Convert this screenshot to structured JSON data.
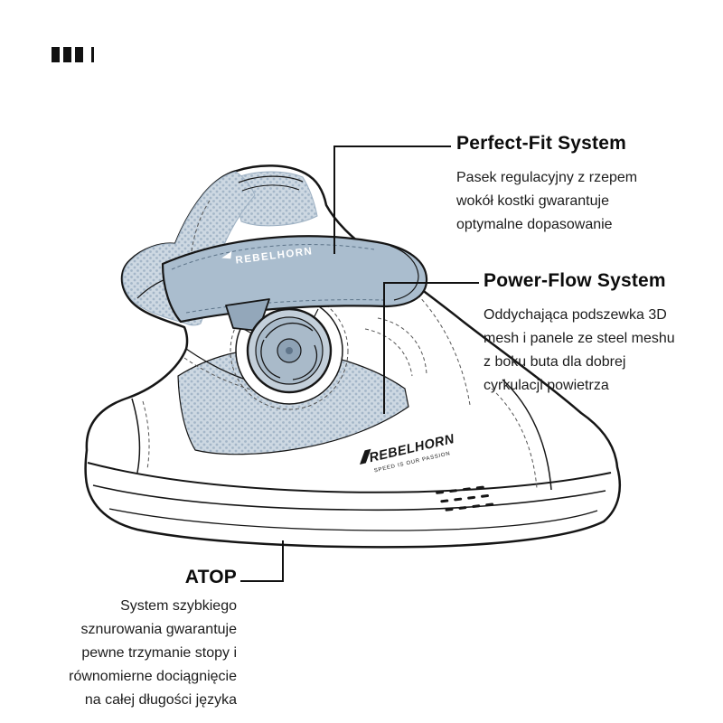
{
  "icons": {
    "brand_mark": "quad-bars-mark"
  },
  "colors": {
    "background": "#ffffff",
    "line": "#161616",
    "panel_blue": "#cdd8e2",
    "panel_dot": "#a4b6c8",
    "strap_blue": "#aabdce",
    "dial_gray": "#a9bac9",
    "text": "#111111"
  },
  "callouts": {
    "perfect_fit": {
      "title": "Perfect-Fit System",
      "description": "Pasek regulacyjny z rzepem\nwokół kostki gwarantuje\noptymalne dopasowanie"
    },
    "power_flow": {
      "title": "Power-Flow System",
      "description": "Oddychająca podszewka 3D\nmesh i panele ze steel meshu\nz boku buta dla dobrej\ncyrkulacji powietrza"
    },
    "atop": {
      "title": "ATOP",
      "description": "System szybkiego\nsznurowania gwarantuje\npewne trzymanie stopy i\nrównomierne dociągnięcie\nna całej długości języka"
    }
  },
  "shoe": {
    "strap_text": "REBELHORN",
    "side_text": "REBELHORN",
    "side_tagline": "SPEED IS OUR PASSION"
  }
}
